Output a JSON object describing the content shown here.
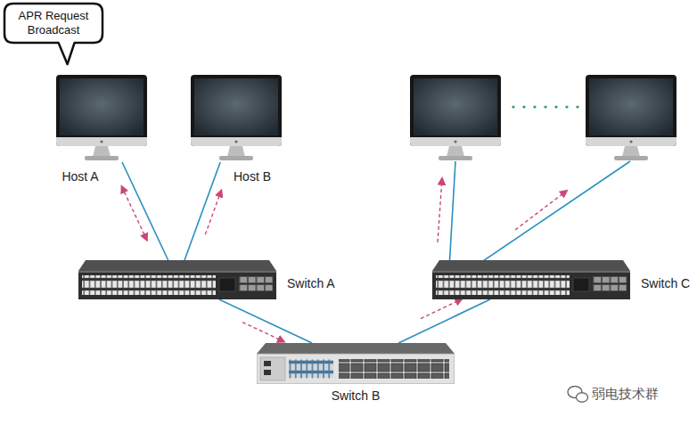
{
  "diagram": {
    "nodes": [
      {
        "text": [
          "APR Request Broadcast"
        ]
      },
      {
        "text": [
          "Host A"
        ]
      },
      {
        "text": [
          "Host B"
        ]
      },
      {
        "text": [
          "Switch A"
        ]
      },
      {
        "text": [
          "Switch C"
        ]
      },
      {
        "text": [
          "Switch B"
        ]
      }
    ],
    "edges": [
      {
        "from": 1,
        "to": 3,
        "arrow": "both"
      },
      {
        "from": 3,
        "to": 2,
        "arrow": "to"
      },
      {
        "from": 3,
        "to": 5,
        "arrow": "to"
      },
      {
        "from": 5,
        "to": 4,
        "arrow": "to"
      }
    ],
    "labels": [
      "弱电技术群"
    ]
  }
}
